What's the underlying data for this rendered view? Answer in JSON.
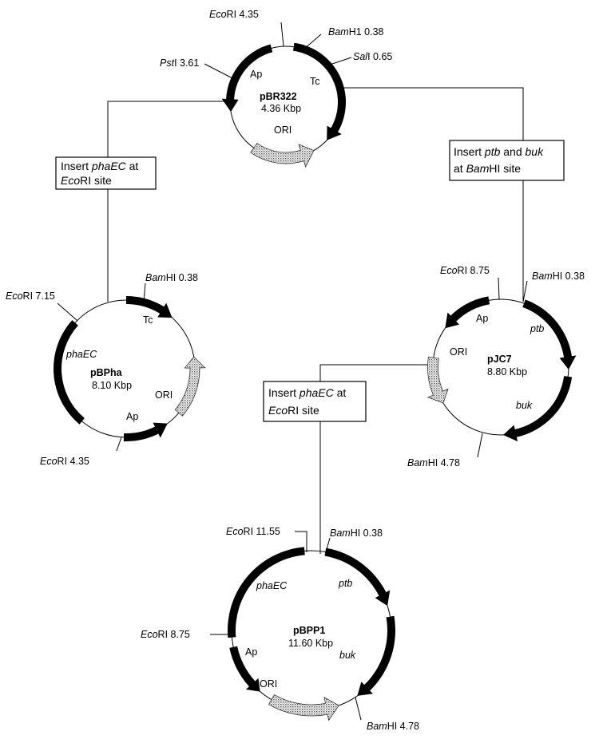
{
  "plasmids": {
    "pbr322": {
      "name": "pBR322",
      "size": "4.36 Kbp",
      "ecori": [
        "Eco",
        "RI 4.35"
      ],
      "bamh1": [
        "Bam",
        "H1 0.38"
      ],
      "sali": [
        "Sal",
        "I 0.65"
      ],
      "psti": [
        "Pst",
        "I 3.61"
      ],
      "ap": "Ap",
      "tc": "Tc",
      "ori": "ORI"
    },
    "pbpha": {
      "name": "pBPha",
      "size": "8.10 Kbp",
      "bamhi": [
        "Bam",
        "HI 0.38"
      ],
      "ecori_top": [
        "Eco",
        "RI 7.15"
      ],
      "ecori_bottom": [
        "Eco",
        "RI 4.35"
      ],
      "gene": "phaEC",
      "tc": "Tc",
      "ap": "Ap",
      "ori": "ORI"
    },
    "pjc7": {
      "name": "pJC7",
      "size": "8.80 Kbp",
      "ecori": [
        "Eco",
        "RI 8.75"
      ],
      "bamhi_top": [
        "Bam",
        "HI 0.38"
      ],
      "bamhi_bottom": [
        "Bam",
        "HI 4.78"
      ],
      "ap": "Ap",
      "ptb": "ptb",
      "buk": "buk",
      "ori": "ORI"
    },
    "pbpp1": {
      "name": "pBPP1",
      "size": "11.60 Kbp",
      "ecori_top": [
        "Eco",
        "RI 11.55"
      ],
      "ecori_left": [
        "Eco",
        "RI 8.75"
      ],
      "bamhi_top": [
        "Bam",
        "HI 0.38"
      ],
      "bamhi_bottom": [
        "Bam",
        "HI 4.78"
      ],
      "gene": "phaEC",
      "ptb": "ptb",
      "buk": "buk",
      "ap": "Ap",
      "ori": "ORI"
    }
  },
  "steps": {
    "left": {
      "line1": [
        "Insert ",
        "phaEC",
        " at"
      ],
      "line2": [
        "Eco",
        "RI site"
      ]
    },
    "right": {
      "line1": [
        "Insert ",
        "ptb",
        " and ",
        "buk"
      ],
      "line2": [
        "at ",
        "Bam",
        "HI site"
      ]
    },
    "middle": {
      "line1": [
        "Insert ",
        "phaEC",
        " at"
      ],
      "line2": [
        "Eco",
        "RI site"
      ]
    }
  }
}
